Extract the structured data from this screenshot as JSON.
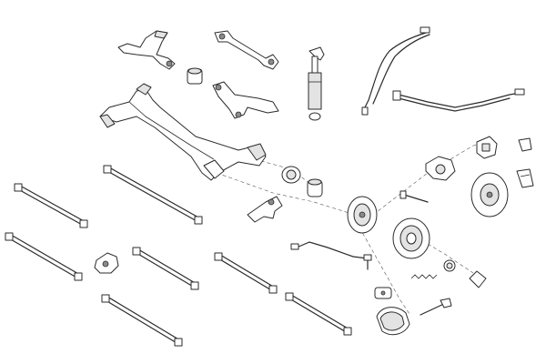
{
  "diagram": {
    "background": "#ffffff",
    "ink_color": "#2b2b2b",
    "shade_color": "#e3e3e3",
    "parts": [
      "rear-axle-beam",
      "trailing-arm-bracket",
      "panhard-rod",
      "lower-control-arm",
      "axle-bushing",
      "shock-absorber",
      "handbrake-cable-long",
      "handbrake-cable-short",
      "axle-mount-bracket",
      "wheel-bearing",
      "hub-spacer",
      "brake-drum-backplate",
      "brake-drum",
      "brake-disc",
      "wheel-hub-carrier",
      "brake-caliper",
      "caliper-clip",
      "brake-pad-clip",
      "adjuster-bolt",
      "brake-hose-line",
      "return-spring",
      "hub-cap",
      "grease-cap",
      "wheel-cylinder",
      "brake-shoe-set",
      "adjuster-strut",
      "tie-rod-left-long",
      "tie-rod-left-short",
      "link-rod-center",
      "link-rod-diagonal",
      "link-rod-lower",
      "link-rod-right",
      "link-rod-right-lower",
      "stabilizer-link-bracket"
    ]
  }
}
